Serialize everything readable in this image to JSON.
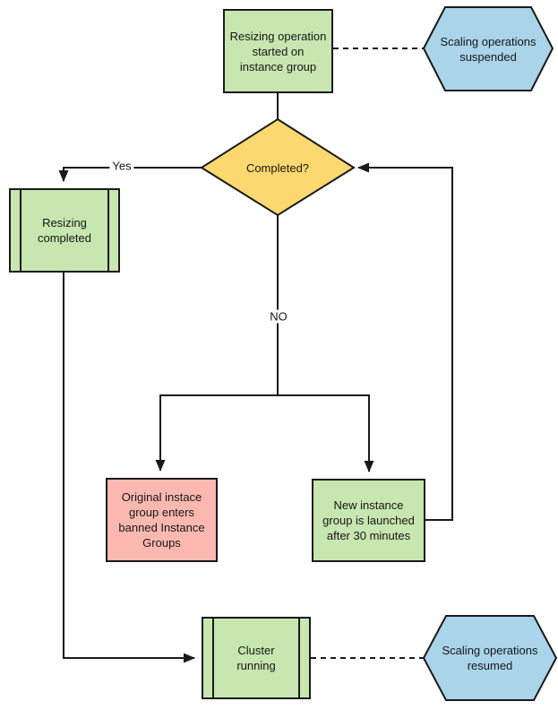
{
  "diagram": {
    "nodes": {
      "start": {
        "label": "Resizing operation\nstarted on\ninstance group",
        "shape": "rectangle",
        "fill": "green"
      },
      "suspended": {
        "label": "Scaling operations\nsuspended",
        "shape": "hexagon",
        "fill": "blue"
      },
      "completed": {
        "label": "Completed?",
        "shape": "diamond",
        "fill": "yellow"
      },
      "resizing_completed": {
        "label": "Resizing\ncompleted",
        "shape": "predefined-process",
        "fill": "green"
      },
      "banned": {
        "label": "Original instace\ngroup enters\nbanned Instance\nGroups",
        "shape": "rectangle",
        "fill": "pink"
      },
      "new_instance": {
        "label": "New instance\ngroup is launched\nafter 30 minutes",
        "shape": "rectangle",
        "fill": "green"
      },
      "cluster": {
        "label": "Cluster\nrunning",
        "shape": "predefined-process",
        "fill": "green"
      },
      "resumed": {
        "label": "Scaling operations\nresumed",
        "shape": "hexagon",
        "fill": "blue"
      }
    },
    "edge_labels": {
      "yes": "Yes",
      "no": "NO"
    }
  },
  "colors": {
    "green": "#c8e6b0",
    "yellow": "#fcd970",
    "blue": "#aad4ea",
    "pink": "#fbb8b0",
    "stroke": "#1a1a1a",
    "text": "#161616",
    "bg": "#ffffff"
  }
}
